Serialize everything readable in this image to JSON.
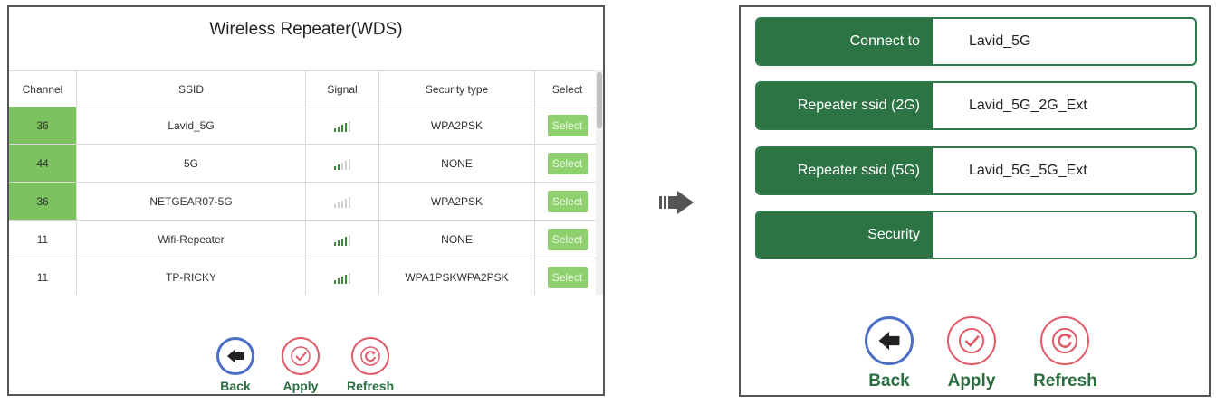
{
  "left": {
    "title": "Wireless Repeater(WDS)",
    "columns": [
      "Channel",
      "SSID",
      "Signal",
      "Security type",
      "Select"
    ],
    "rows": [
      {
        "channel": "36",
        "ssid": "Lavid_5G",
        "signal": 0.9,
        "security": "WPA2PSK",
        "select": "Select",
        "highlight": true
      },
      {
        "channel": "44",
        "ssid": "5G",
        "signal": 0.4,
        "security": "NONE",
        "select": "Select",
        "highlight": true
      },
      {
        "channel": "36",
        "ssid": "NETGEAR07-5G",
        "signal": 0.1,
        "security": "WPA2PSK",
        "select": "Select",
        "highlight": true
      },
      {
        "channel": "11",
        "ssid": "Wifi-Repeater",
        "signal": 0.9,
        "security": "NONE",
        "select": "Select",
        "highlight": false
      },
      {
        "channel": "11",
        "ssid": "TP-RICKY",
        "signal": 0.9,
        "security": "WPA1PSKWPA2PSK",
        "select": "Select",
        "highlight": false
      }
    ],
    "buttons": {
      "back": "Back",
      "apply": "Apply",
      "refresh": "Refresh"
    }
  },
  "right": {
    "fields": [
      {
        "label": "Connect to",
        "value": "Lavid_5G"
      },
      {
        "label": "Repeater ssid (2G)",
        "value": "Lavid_5G_2G_Ext"
      },
      {
        "label": "Repeater ssid (5G)",
        "value": "Lavid_5G_5G_Ext"
      },
      {
        "label": "Security",
        "value": ""
      }
    ],
    "buttons": {
      "back": "Back",
      "apply": "Apply",
      "refresh": "Refresh"
    }
  },
  "colors": {
    "accent_green": "#2d7445",
    "channel_green": "#7cc25e",
    "select_green": "#8fd16f",
    "back_blue": "#4a6fc4",
    "apply_red": "#e05a6a"
  },
  "icons": {
    "transition": "arrow-right-icon",
    "back": "back-arrow-icon",
    "apply": "checkmark-icon",
    "refresh": "refresh-icon",
    "signal": "signal-bars-icon"
  }
}
